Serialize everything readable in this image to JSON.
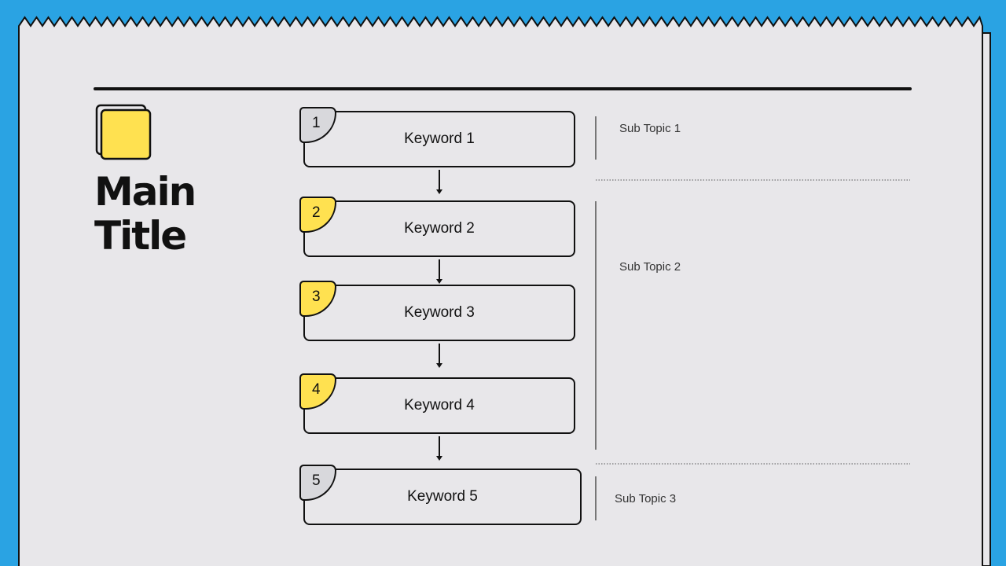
{
  "colors": {
    "background": "#2aa3e3",
    "paper": "#e8e7ea",
    "accent_yellow": "#ffe150",
    "badge_grey": "#d8d8dc",
    "ink": "#111111"
  },
  "title": {
    "line1": "Main",
    "line2": "Title"
  },
  "steps": [
    {
      "number": "1",
      "keyword": "Keyword 1",
      "badge": "grey"
    },
    {
      "number": "2",
      "keyword": "Keyword 2",
      "badge": "yellow"
    },
    {
      "number": "3",
      "keyword": "Keyword 3",
      "badge": "yellow"
    },
    {
      "number": "4",
      "keyword": "Keyword 4",
      "badge": "yellow"
    },
    {
      "number": "5",
      "keyword": "Keyword 5",
      "badge": "grey"
    }
  ],
  "subtopics": [
    {
      "label": "Sub Topic 1"
    },
    {
      "label": "Sub Topic 2"
    },
    {
      "label": "Sub Topic 3"
    }
  ]
}
